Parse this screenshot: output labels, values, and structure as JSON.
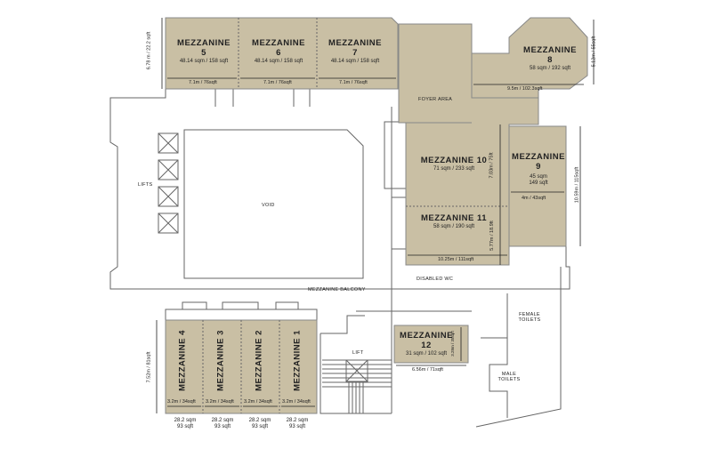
{
  "colors": {
    "room_fill": "#c9bfa4",
    "wall": "#555555",
    "dim": "#222222"
  },
  "rooms": {
    "m5": {
      "name": "MEZZANINE",
      "num": "5",
      "area": "48.14 sqm / 158 sqft",
      "width": "7.1m / 76sqft"
    },
    "m6": {
      "name": "MEZZANINE",
      "num": "6",
      "area": "48.14 sqm / 158 sqft",
      "width": "7.1m / 76sqft"
    },
    "m7": {
      "name": "MEZZANINE",
      "num": "7",
      "area": "48.14 sqm / 158 sqft",
      "width": "7.1m / 76sqft"
    },
    "m567_height": "6.78 m / 22.2 sqft",
    "m8": {
      "name": "MEZZANINE",
      "num": "8",
      "area": "58 sqm / 192 sqft",
      "width": "9.5m / 102.3sqft",
      "height": "5.12m / 55sqft"
    },
    "m9": {
      "name": "MEZZANINE",
      "num": "9",
      "area_sqm": "45 sqm",
      "area_sqft": "149 sqft",
      "width": "4m / 43sqft",
      "height": "10.59m / 115sqft"
    },
    "m10": {
      "name": "MEZZANINE 10",
      "area": "71 sqm / 233 sqft",
      "height": "7.03m / 75ft"
    },
    "m11": {
      "name": "MEZZANINE 11",
      "area": "58 sqm / 190 sqft",
      "height": "5.77m / 18.9ft",
      "width": "10.25m / 111sqft"
    },
    "m12": {
      "name": "MEZZANINE",
      "num": "12",
      "area": "31 sqm / 102 sqft",
      "width": "6.56m / 71sqft",
      "height": "3.28m / 35sqft"
    },
    "m1": {
      "name": "MEZZANINE 1",
      "width": "3.2m / 34sqft",
      "sqm": "28.2 sqm",
      "sqft": "93 sqft"
    },
    "m2": {
      "name": "MEZZANINE 2",
      "width": "3.2m / 34sqft",
      "sqm": "28.2 sqm",
      "sqft": "93 sqft"
    },
    "m3": {
      "name": "MEZZANINE 3",
      "width": "3.2m / 34sqft",
      "sqm": "28.2 sqm",
      "sqft": "93 sqft"
    },
    "m4": {
      "name": "MEZZANINE 4",
      "width": "3.2m / 34sqft",
      "sqm": "28.2 sqm",
      "sqft": "93 sqft"
    },
    "m1234_height": "7.52m / 81sqft"
  },
  "areas": {
    "foyer": "FOYER AREA",
    "lifts": "LIFTS",
    "void": "VOID",
    "balcony": "MEZZANINE BALCONY",
    "disabled_wc": "DISABLED WC",
    "lift": "LIFT",
    "female": "FEMALE TOILETS",
    "male": "MALE TOILETS"
  }
}
